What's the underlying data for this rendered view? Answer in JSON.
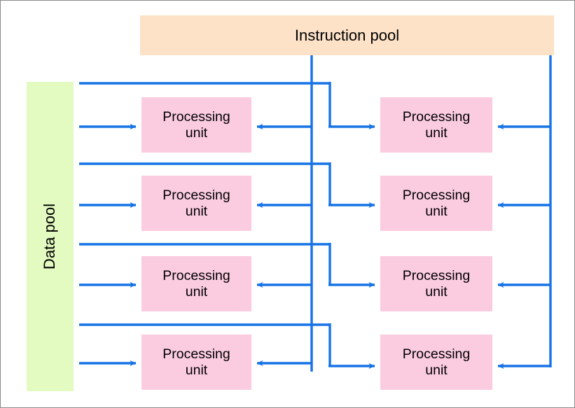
{
  "diagram": {
    "title_text": "",
    "colors": {
      "instruction_pool_fill": "#FDE2C8",
      "data_pool_fill": "#E3FAC0",
      "processing_unit_fill": "#FBCBE0",
      "connector": "#1673E6",
      "border": "#8a8a8a",
      "background": "#FFFFFF",
      "text": "#000000"
    },
    "instruction_pool": {
      "label": "Instruction pool"
    },
    "data_pool": {
      "label": "Data pool",
      "orientation": "vertical-bottom-to-top"
    },
    "processing_units": [
      {
        "label": "Processing\nunit",
        "row": 1,
        "column": "left"
      },
      {
        "label": "Processing\nunit",
        "row": 1,
        "column": "right"
      },
      {
        "label": "Processing\nunit",
        "row": 2,
        "column": "left"
      },
      {
        "label": "Processing\nunit",
        "row": 2,
        "column": "right"
      },
      {
        "label": "Processing\nunit",
        "row": 3,
        "column": "left"
      },
      {
        "label": "Processing\nunit",
        "row": 3,
        "column": "right"
      },
      {
        "label": "Processing\nunit",
        "row": 4,
        "column": "left"
      },
      {
        "label": "Processing\nunit",
        "row": 4,
        "column": "right"
      }
    ],
    "connector_count": {
      "data_arrows": 4,
      "instruction_arrows_center": 4,
      "instruction_arrows_right": 4,
      "data_bus_lines": 4
    }
  }
}
